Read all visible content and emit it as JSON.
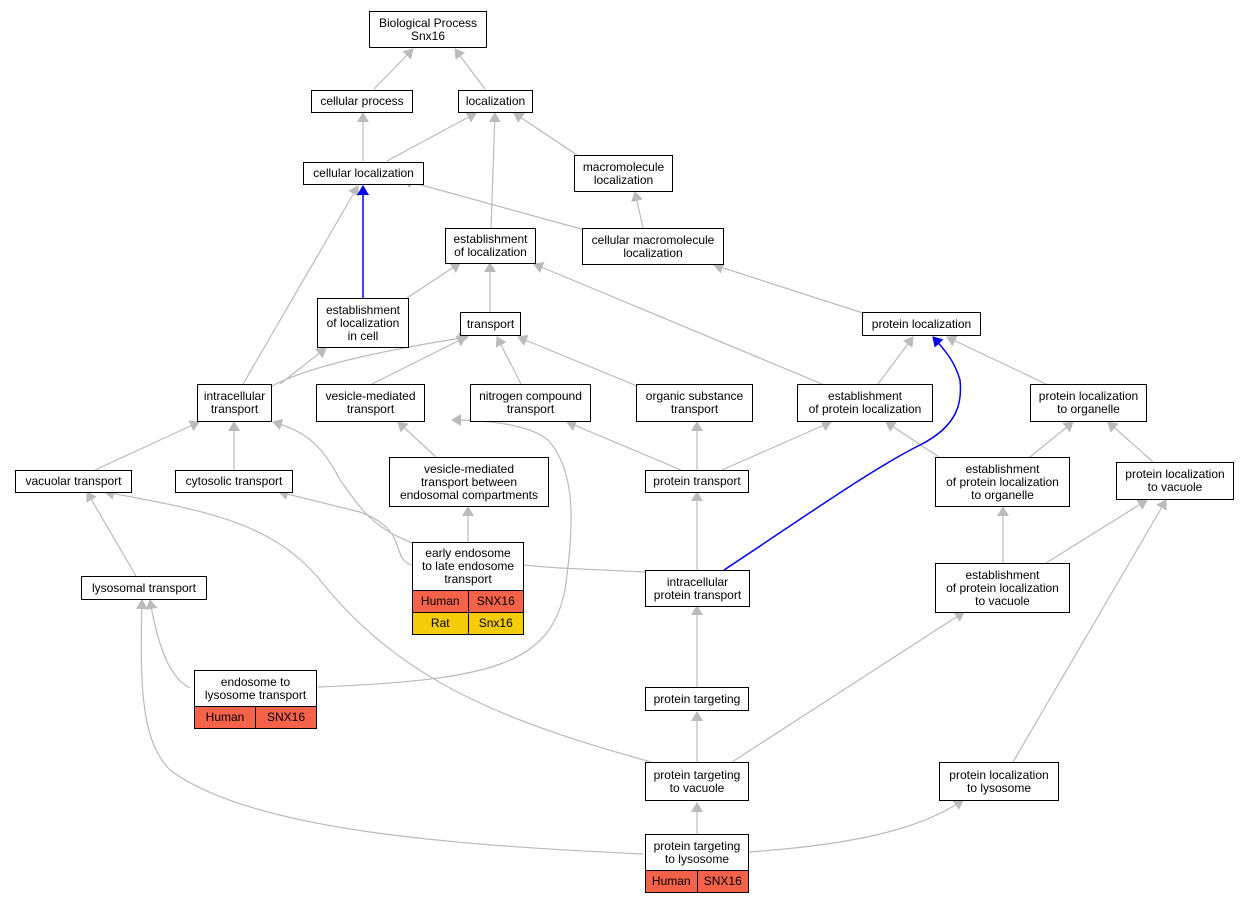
{
  "colors": {
    "edge": "#bbbbbb",
    "highlight_edge": "#0000ee",
    "human": "#f4624a",
    "rat": "#f5cc08",
    "node_border": "#000000"
  },
  "nodes": {
    "biological_process": "Biological Process\nSnx16",
    "cellular_process": "cellular process",
    "localization": "localization",
    "cellular_localization": "cellular localization",
    "macromolecule_localization": "macromolecule\nlocalization",
    "establishment_of_localization": "establishment\nof localization",
    "cellular_macromolecule_localization": "cellular macromolecule\nlocalization",
    "establishment_of_localization_in_cell": "establishment\nof localization\nin cell",
    "transport": "transport",
    "protein_localization": "protein localization",
    "intracellular_transport": "intracellular\ntransport",
    "vesicle_mediated_transport": "vesicle-mediated\ntransport",
    "nitrogen_compound_transport": "nitrogen compound\ntransport",
    "organic_substance_transport": "organic substance\ntransport",
    "establishment_of_protein_localization": "establishment\nof protein localization",
    "protein_localization_to_organelle": "protein localization\nto organelle",
    "vacuolar_transport": "vacuolar transport",
    "cytosolic_transport": "cytosolic transport",
    "vesicle_mediated_transport_endosomal": "vesicle-mediated\ntransport between\nendosomal compartments",
    "protein_transport": "protein transport",
    "establishment_of_protein_localization_to_organelle": "establishment\nof protein localization\nto organelle",
    "protein_localization_to_vacuole": "protein localization\nto vacuole",
    "early_endosome_to_late_endosome_transport": {
      "label": "early endosome\nto late endosome\ntransport",
      "annotations": [
        {
          "species": "Human",
          "gene": "SNX16"
        },
        {
          "species": "Rat",
          "gene": "Snx16"
        }
      ]
    },
    "lysosomal_transport": "lysosomal transport",
    "intracellular_protein_transport": "intracellular\nprotein transport",
    "establishment_of_protein_localization_to_vacuole": "establishment\nof protein localization\nto vacuole",
    "endosome_to_lysosome_transport": {
      "label": "endosome to\nlysosome transport",
      "annotations": [
        {
          "species": "Human",
          "gene": "SNX16"
        }
      ]
    },
    "protein_targeting": "protein targeting",
    "protein_targeting_to_vacuole": "protein targeting\nto vacuole",
    "protein_localization_to_lysosome": "protein localization\nto lysosome",
    "protein_targeting_to_lysosome": {
      "label": "protein targeting\nto lysosome",
      "annotations": [
        {
          "species": "Human",
          "gene": "SNX16"
        }
      ]
    }
  }
}
